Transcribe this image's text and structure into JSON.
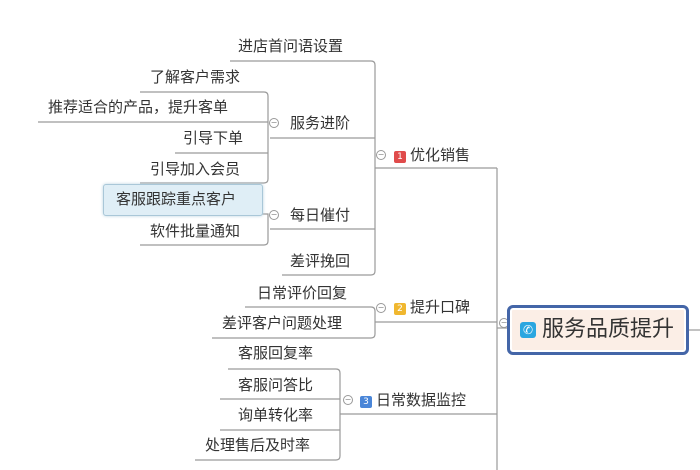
{
  "root": {
    "label": "服务品质提升",
    "icon": "phone-icon"
  },
  "branches": [
    {
      "number": "1",
      "color": "#e04b4b",
      "label": "优化销售",
      "children": [
        {
          "label": "进店首问语设置"
        },
        {
          "label": "服务进阶",
          "children": [
            "了解客户需求",
            "推荐适合的产品，提升客单",
            "引导下单",
            "引导加入会员"
          ]
        },
        {
          "label": "每日催付",
          "children": [
            "客服跟踪重点客户",
            "软件批量通知"
          ]
        },
        {
          "label": "差评挽回"
        }
      ]
    },
    {
      "number": "2",
      "color": "#f0b72f",
      "label": "提升口碑",
      "children": [
        "日常评价回复",
        "差评客户问题处理"
      ]
    },
    {
      "number": "3",
      "color": "#4a86d8",
      "label": "日常数据监控",
      "children": [
        "客服回复率",
        "客服问答比",
        "询单转化率",
        "处理售后及时率"
      ]
    }
  ],
  "selected_node": "客服跟踪重点客户"
}
